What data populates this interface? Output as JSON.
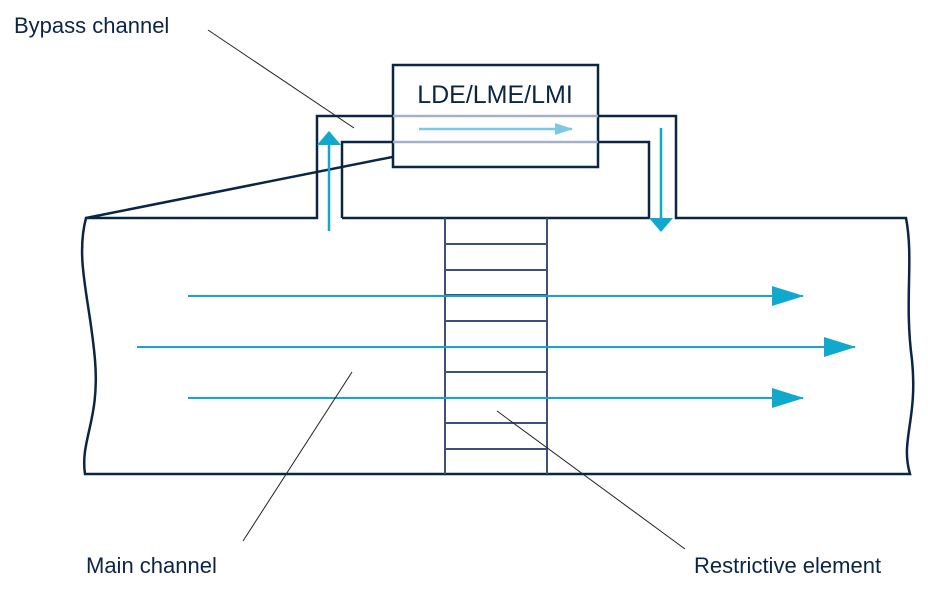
{
  "labels": {
    "bypass_channel": "Bypass channel",
    "sensor": "LDE/LME/LMI",
    "main_channel": "Main channel",
    "restrictive_element": "Restrictive element"
  },
  "colors": {
    "outline": "#0b2545",
    "flow_arrow": "#10a8cc",
    "sensor_flow_arrow": "#7ec8e3",
    "restrictor": "#3c527a",
    "sensor_channel_line": "#a3b0c8"
  }
}
